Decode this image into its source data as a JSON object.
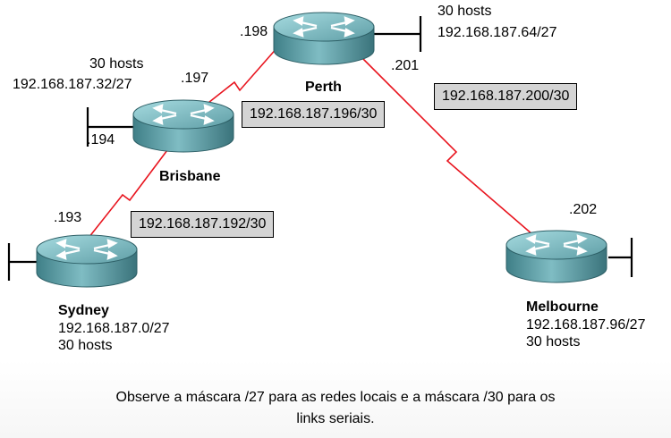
{
  "routers": {
    "perth": {
      "name": "Perth",
      "lan_ip": "",
      "lan_network": "192.168.187.64/27",
      "lan_hosts": "30 hosts",
      "serial_to_brisbane": ".198",
      "serial_to_melbourne": ".201"
    },
    "brisbane": {
      "name": "Brisbane",
      "lan_ip": ".194",
      "lan_network": "192.168.187.32/27",
      "lan_hosts": "30 hosts",
      "serial_to_perth": ".197"
    },
    "sydney": {
      "name": "Sydney",
      "lan_network": "192.168.187.0/27",
      "lan_hosts": "30 hosts",
      "serial_to_brisbane": ".193"
    },
    "melbourne": {
      "name": "Melbourne",
      "lan_network": "192.168.187.96/27",
      "lan_hosts": "30 hosts",
      "serial_to_perth": ".202"
    }
  },
  "serial_links": {
    "brisbane_perth": "192.168.187.196/30",
    "perth_melbourne": "192.168.187.200/30",
    "sydney_brisbane": "192.168.187.192/30"
  },
  "caption": {
    "line1": "Observe a máscara /27 para as redes locais e a máscara /30 para os",
    "line2": "links seriais."
  },
  "colors": {
    "serial_link": "#e8141e",
    "router_body": "#5f9ea6",
    "router_top": "#8ec9cf",
    "lan_line": "#000000",
    "label_box": "#d4d4d4"
  }
}
